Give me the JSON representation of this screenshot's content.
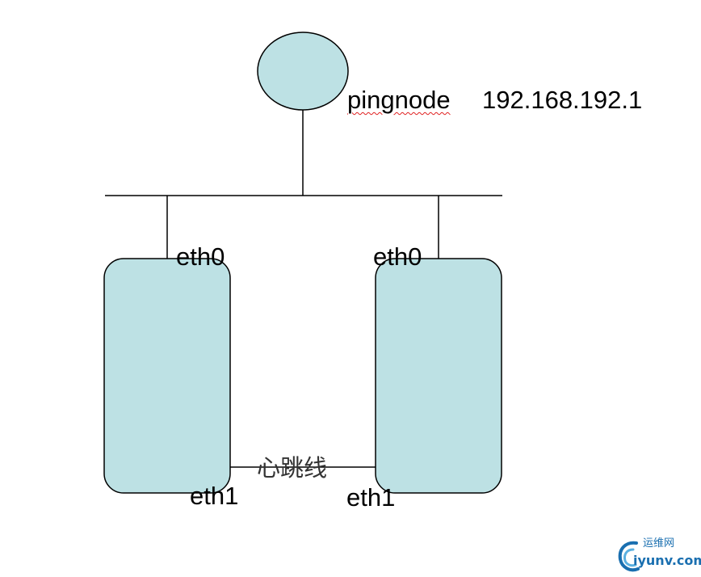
{
  "diagram": {
    "ping_node": {
      "name": "pingnode",
      "ip": "192.168.192.1"
    },
    "left_server": {
      "top_port": "eth0",
      "bottom_port": "eth1"
    },
    "right_server": {
      "top_port": "eth0",
      "bottom_port": "eth1"
    },
    "heartbeat_label": "心跳线"
  },
  "watermark": {
    "site_name": "运维网",
    "domain": "iyunv.com"
  },
  "colors": {
    "node_fill": "#bde1e4",
    "stroke": "#000000",
    "watermark": "#1a6fb0"
  }
}
